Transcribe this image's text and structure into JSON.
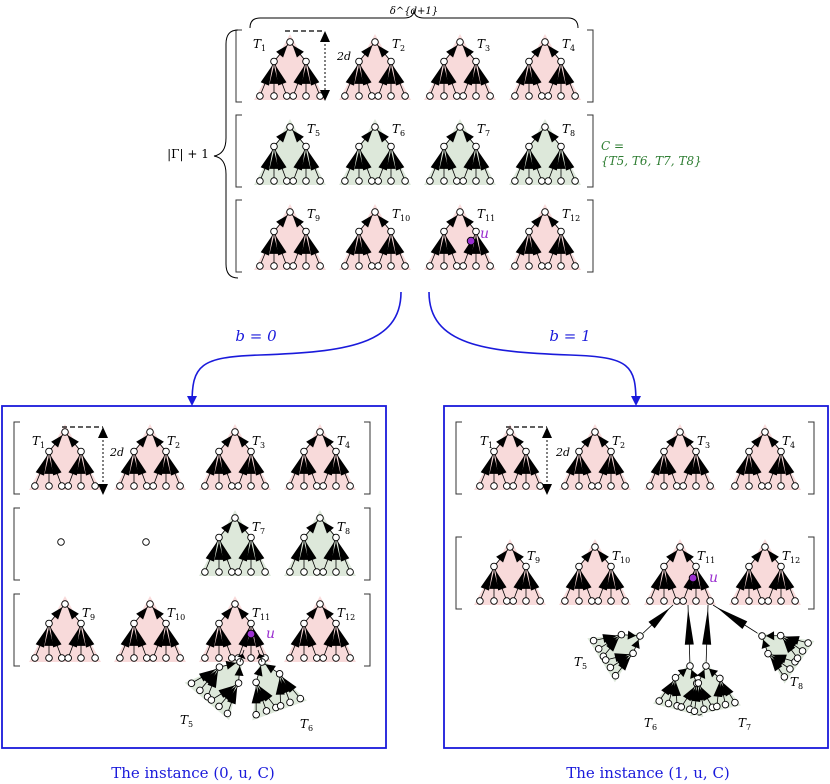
{
  "top": {
    "brace_top_label": "δ^{d+1}",
    "brace_left_label": "|Γ| + 1",
    "height_label": "2d",
    "rows": [
      {
        "trees": [
          "T1",
          "T2",
          "T3",
          "T4"
        ],
        "color": "red"
      },
      {
        "trees": [
          "T5",
          "T6",
          "T7",
          "T8"
        ],
        "color": "green"
      },
      {
        "trees": [
          "T9",
          "T10",
          "T11",
          "T12"
        ],
        "color": "red"
      }
    ],
    "set_label_line1": "C =",
    "set_label_line2": "{T5, T6, T7, T8}",
    "vertex_label": "u"
  },
  "arrows": {
    "left_label": "b = 0",
    "right_label": "b = 1"
  },
  "left_instance": {
    "caption": "The instance (0, u, C)",
    "height_label": "2d",
    "vertex_label": "u",
    "rows": [
      [
        "T1",
        "T2",
        "T3",
        "T4"
      ],
      [
        "",
        "",
        "T7",
        "T8"
      ],
      [
        "T9",
        "T10",
        "T11",
        "T12"
      ]
    ],
    "attached": [
      "T5",
      "T6"
    ]
  },
  "right_instance": {
    "caption": "The instance (1, u, C)",
    "height_label": "2d",
    "vertex_label": "u",
    "rows": [
      [
        "T1",
        "T2",
        "T3",
        "T4"
      ],
      [
        "T9",
        "T10",
        "T11",
        "T12"
      ]
    ],
    "attached": [
      "T5",
      "T6",
      "T7",
      "T8"
    ]
  },
  "colors": {
    "red_fill": "#f8dada",
    "green_fill": "#dde8da",
    "purple_node": "#9b30d0",
    "blue": "#1a1adb",
    "green_text": "#2e7d32"
  }
}
